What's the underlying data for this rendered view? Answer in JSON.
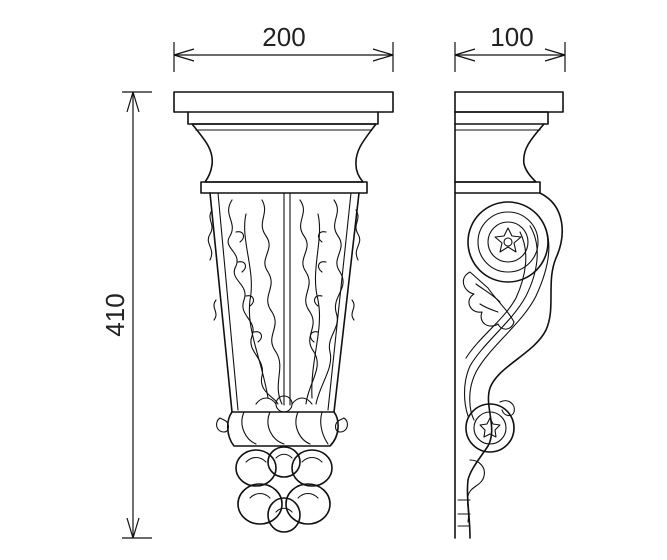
{
  "dimensions": {
    "width": "200",
    "depth": "100",
    "height": "410"
  }
}
